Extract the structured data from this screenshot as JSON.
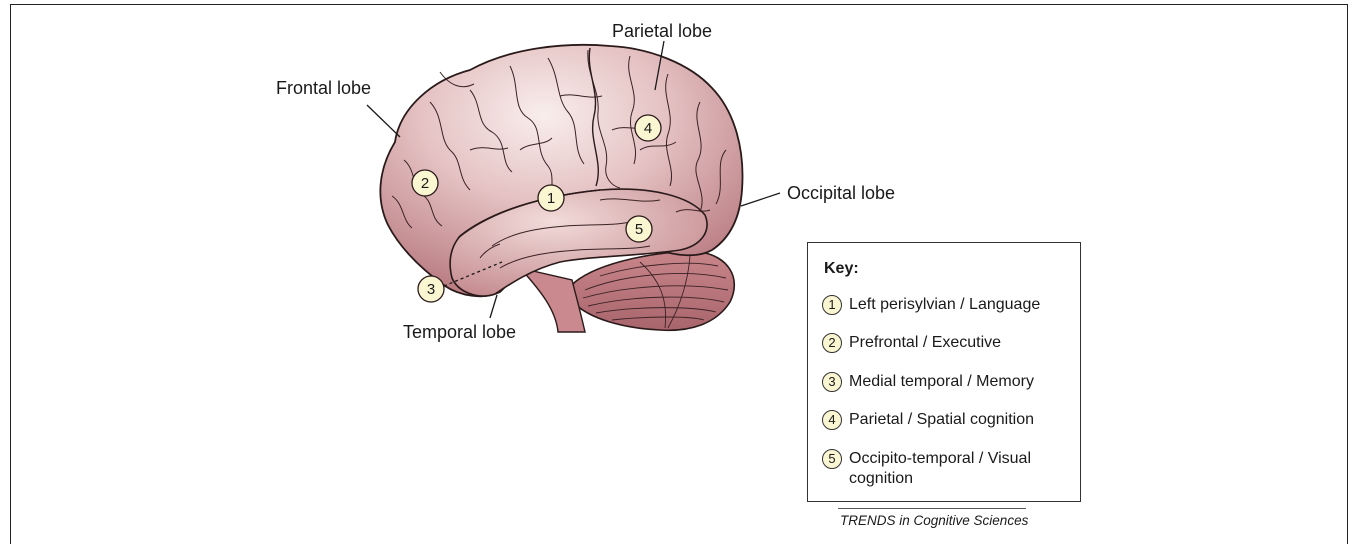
{
  "diagram": {
    "labels": {
      "frontal": "Frontal lobe",
      "parietal": "Parietal lobe",
      "occipital": "Occipital lobe",
      "temporal": "Temporal lobe"
    },
    "markers": [
      "1",
      "2",
      "3",
      "4",
      "5"
    ],
    "colors": {
      "brain_fill": "#c98e92",
      "brain_highlight": "#f7ecea",
      "marker_fill": "#fbf6d2",
      "outline": "#2a1a1a"
    }
  },
  "key": {
    "title": "Key:",
    "items": [
      {
        "num": "1",
        "text": "Left perisylvian / Language"
      },
      {
        "num": "2",
        "text": "Prefrontal / Executive"
      },
      {
        "num": "3",
        "text": "Medial temporal / Memory"
      },
      {
        "num": "4",
        "text": "Parietal / Spatial cognition"
      },
      {
        "num": "5",
        "text": "Occipito-temporal / Visual cognition"
      }
    ]
  },
  "credit": "TRENDS in Cognitive Sciences"
}
